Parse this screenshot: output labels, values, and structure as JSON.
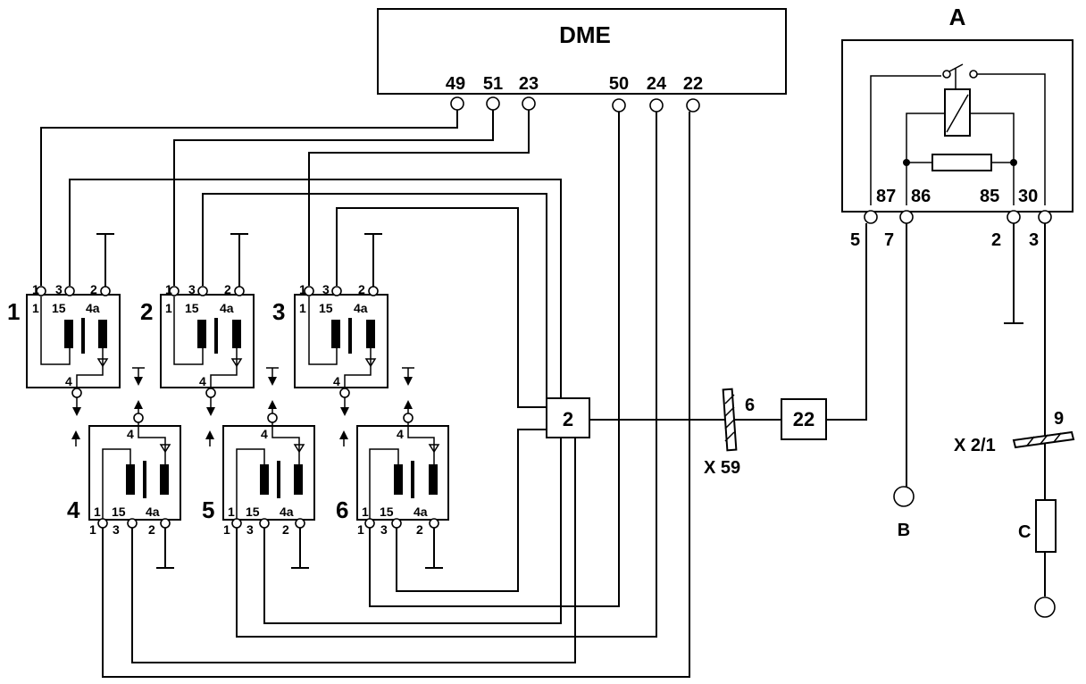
{
  "dme": {
    "title": "DME",
    "pins": [
      "49",
      "51",
      "23",
      "50",
      "24",
      "22"
    ]
  },
  "relay": {
    "label": "A",
    "pins": [
      "87",
      "86",
      "85",
      "30"
    ],
    "connectors": [
      "5",
      "7",
      "2",
      "3"
    ]
  },
  "coils": [
    {
      "number": "1",
      "pins": [
        "1",
        "3",
        "2",
        "1",
        "15",
        "4a",
        "4"
      ]
    },
    {
      "number": "2",
      "pins": [
        "1",
        "3",
        "2",
        "1",
        "15",
        "4a",
        "4"
      ]
    },
    {
      "number": "3",
      "pins": [
        "1",
        "3",
        "2",
        "1",
        "15",
        "4a",
        "4"
      ]
    },
    {
      "number": "4",
      "pins": [
        "4",
        "1",
        "15",
        "4a",
        "1",
        "3",
        "2"
      ]
    },
    {
      "number": "5",
      "pins": [
        "4",
        "1",
        "15",
        "4a",
        "1",
        "3",
        "2"
      ]
    },
    {
      "number": "6",
      "pins": [
        "4",
        "1",
        "15",
        "4a",
        "1",
        "3",
        "2"
      ]
    }
  ],
  "junction": {
    "label": "2"
  },
  "component_22": {
    "label": "22"
  },
  "connector_x59": {
    "label": "X 59",
    "wire": "6"
  },
  "connector_x21": {
    "label": "X 2/1",
    "wire": "9"
  },
  "ground_b": {
    "label": "B"
  },
  "fuse_c": {
    "label": "C"
  }
}
